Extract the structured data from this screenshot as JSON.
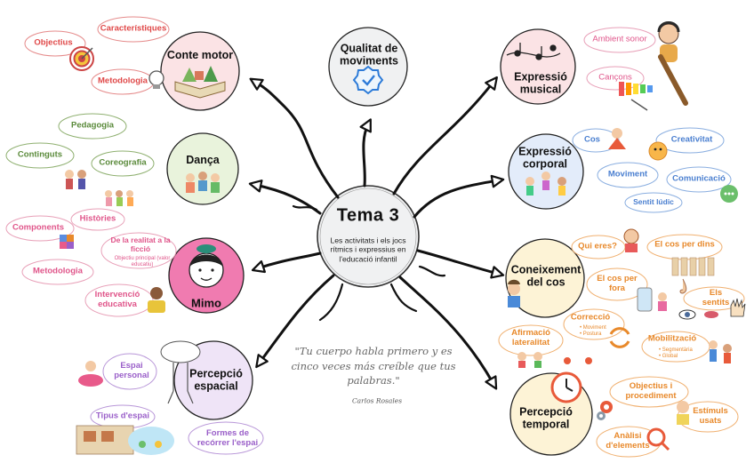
{
  "center": {
    "title": "Tema 3",
    "description": "Les activitats i els jocs rítmics i expressius en l'educació infantil"
  },
  "quote": {
    "text": "\"Tu cuerpo habla primero y es cinco veces más creíble que tus palabras.\"",
    "author": "Carlos Rosales"
  },
  "colors": {
    "branch_line": "#111111",
    "red": "#e04848",
    "green": "#5a8a3a",
    "pink": "#e0558a",
    "purple": "#9a5fc9",
    "blue": "#4a7fd0",
    "orange": "#e8892b"
  },
  "branches": [
    {
      "id": "conte-motor",
      "title": "Conte motor",
      "fill": "#fbe3e5",
      "icon": "book-illustration",
      "items": [
        {
          "label": "Objectius",
          "color": "#e04848"
        },
        {
          "label": "Característiques",
          "color": "#e04848"
        },
        {
          "label": "Metodologia",
          "color": "#e04848"
        }
      ],
      "icons": [
        "target-icon",
        "lightbulb-icon"
      ]
    },
    {
      "id": "qualitat-moviments",
      "title": "Qualitat de moviments",
      "fill": "#f0f1f2",
      "icon": "quality-badge-icon",
      "items": []
    },
    {
      "id": "expressio-musical",
      "title": "Expressió musical",
      "fill": "#fbe3e5",
      "icon": "music-notes-icon",
      "items": [
        {
          "label": "Ambient sonor",
          "color": "#e0558a"
        },
        {
          "label": "Cançons",
          "color": "#e0558a"
        }
      ],
      "icons": [
        "child-headphones-icon",
        "xylophone-icon",
        "flute-icon"
      ]
    },
    {
      "id": "danca",
      "title": "Dança",
      "fill": "#e9f3dc",
      "icon": "dancing-children-icon",
      "items": [
        {
          "label": "Pedagogia",
          "color": "#5a8a3a"
        },
        {
          "label": "Continguts",
          "color": "#5a8a3a"
        },
        {
          "label": "Coreografia",
          "color": "#5a8a3a"
        },
        {
          "label": "Històries",
          "color": "#e0558a"
        }
      ]
    },
    {
      "id": "expressio-corporal",
      "title": "Expressió corporal",
      "fill": "#e3ecfa",
      "icon": "jumping-children-icon",
      "items": [
        {
          "label": "Cos",
          "color": "#4a7fd0"
        },
        {
          "label": "Creativitat",
          "color": "#4a7fd0"
        },
        {
          "label": "Moviment",
          "color": "#4a7fd0"
        },
        {
          "label": "Comunicació",
          "color": "#4a7fd0"
        },
        {
          "label": "Sentit lúdic",
          "color": "#4a7fd0"
        }
      ],
      "icons": [
        "creativity-star-icon",
        "chat-bubble-icon"
      ]
    },
    {
      "id": "mimo",
      "title": "Mimo",
      "fill": "#f07bb0",
      "icon": "mime-face-icon",
      "items": [
        {
          "label": "Components",
          "color": "#e0558a"
        },
        {
          "label": "De la realitat a la ficció",
          "color": "#e0558a",
          "sub": "Objectiu principal (valor educatiu)"
        },
        {
          "label": "Metodologia",
          "color": "#e0558a"
        },
        {
          "label": "Intervenció educativa",
          "color": "#e0558a"
        }
      ],
      "icons": [
        "puzzle-icon",
        "child-reading-icon"
      ]
    },
    {
      "id": "coneixement-cos",
      "title": "Coneixement del cos",
      "fill": "#fdf3d6",
      "icon": "child-swimsuit-icon",
      "items": [
        {
          "label": "Qui eres?",
          "color": "#e8892b"
        },
        {
          "label": "El cos per dins",
          "color": "#e8892b"
        },
        {
          "label": "El cos per fora",
          "color": "#e8892b"
        },
        {
          "label": "Els sentits",
          "color": "#e8892b"
        },
        {
          "label": "Correcció",
          "color": "#e8892b",
          "sub": "• Moviment\n• Postura"
        },
        {
          "label": "Afirmació lateralitat",
          "color": "#e8892b"
        },
        {
          "label": "Mobilització",
          "color": "#e8892b",
          "sub": "• Segmentària\n• Global"
        }
      ],
      "icons": [
        "nose-icon",
        "eye-icon",
        "mouth-icon",
        "hand-icon",
        "skeleton-icon",
        "cycle-arrows-icon"
      ]
    },
    {
      "id": "percepcio-espacial",
      "title": "Percepció espacial",
      "fill": "#efe4f7",
      "icon": "ghost-figure-icon",
      "items": [
        {
          "label": "Espai personal",
          "color": "#9a5fc9"
        },
        {
          "label": "Tipus d'espai",
          "color": "#9a5fc9"
        },
        {
          "label": "Formes de recórrer l'espai",
          "color": "#9a5fc9"
        }
      ],
      "icons": [
        "meditating-child-icon",
        "playground-icon"
      ]
    },
    {
      "id": "percepcio-temporal",
      "title": "Percepció temporal",
      "fill": "#fdf3d6",
      "icon": "clock-icon",
      "items": [
        {
          "label": "Objectius i procediment",
          "color": "#e8892b"
        },
        {
          "label": "Estímuls usats",
          "color": "#e8892b"
        },
        {
          "label": "Anàlisi d'elements",
          "color": "#e8892b"
        }
      ],
      "icons": [
        "gears-icon",
        "magnifier-icon",
        "alarm-clock-icon"
      ]
    }
  ]
}
